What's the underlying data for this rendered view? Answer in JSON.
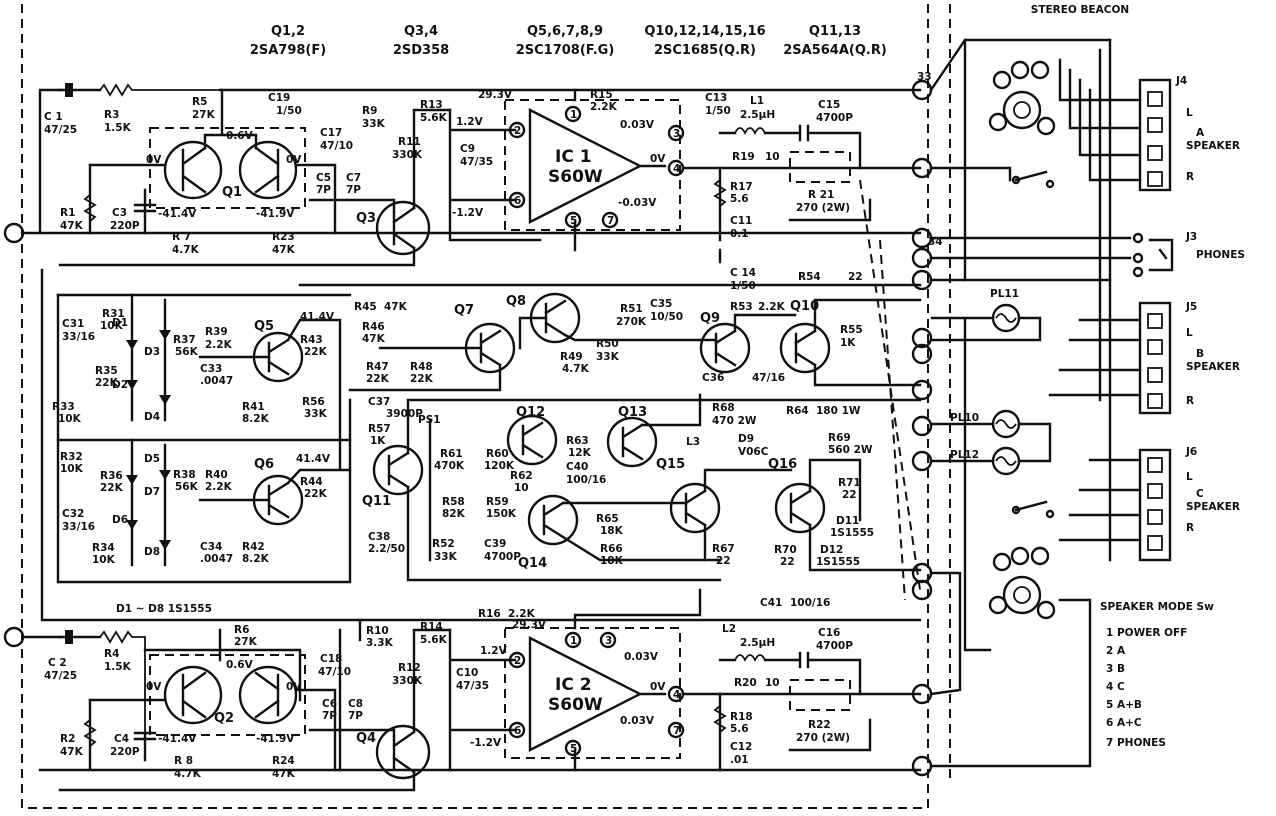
{
  "transistor_table": [
    {
      "refs": "Q1,2",
      "part": "2SA798(F)"
    },
    {
      "refs": "Q3,4",
      "part": "2SD358"
    },
    {
      "refs": "Q5,6,7,8,9",
      "part": "2SC1708(F.G)"
    },
    {
      "refs": "Q10,12,14,15,16",
      "part": "2SC1685(Q.R)"
    },
    {
      "refs": "Q11,13",
      "part": "2SA564A(Q.R)"
    }
  ],
  "stereo_beacon": "STEREO BEACON",
  "diode_note": "D1 ~ D8  1S1555",
  "ic1": {
    "name": "IC 1",
    "part": "S60W",
    "vcc": "29.3V",
    "in_p": "1.2V",
    "in_m": "-1.2V",
    "out": "0V",
    "p3": "0.03V",
    "p7": "-0.03V",
    "p1": "1",
    "p2": "2",
    "p3n": "3",
    "p4": "4",
    "p5": "5",
    "p6": "6",
    "p7n": "7"
  },
  "ic2": {
    "name": "IC 2",
    "part": "S60W",
    "vcc": "29.3V",
    "in_p": "1.2V",
    "in_m": "-1.2V",
    "out": "0V",
    "p3": "0.03V",
    "p7": "0.03V",
    "p1": "1",
    "p2": "2",
    "p3n": "3",
    "p4": "4",
    "p5": "5",
    "p6": "6",
    "p7n": "7"
  },
  "q_labels": [
    "Q1",
    "Q2",
    "Q3",
    "Q4",
    "Q5",
    "Q6",
    "Q7",
    "Q8",
    "Q9",
    "Q10",
    "Q11",
    "Q12",
    "Q13",
    "Q14",
    "Q15",
    "Q16"
  ],
  "voltages": {
    "q1_l": "0V",
    "q1_r": "0V",
    "q1_t": "0.6V",
    "q1_bl": "-41.4V",
    "q1_br": "-41.9V",
    "q2_l": "0V",
    "q2_r": "0V",
    "q2_t": "0.6V",
    "q2_bl": "-41.4V",
    "q2_br": "-41.9V",
    "q5": "41.4V",
    "q6": "41.4V"
  },
  "parts_top": {
    "C1": [
      "C 1",
      "47/25"
    ],
    "R3": [
      "R3",
      "1.5K"
    ],
    "R5": [
      "R5",
      "27K"
    ],
    "C19": [
      "C19",
      "1/50"
    ],
    "R9": [
      "R9",
      "33K"
    ],
    "C17": [
      "C17",
      "47/10"
    ],
    "R11": [
      "R11",
      "330K"
    ],
    "R13": [
      "R13",
      "5.6K"
    ],
    "C9": [
      "C9",
      "47/35"
    ],
    "C5": [
      "C5",
      "7P"
    ],
    "C7": [
      "C7",
      "7P"
    ],
    "R1": [
      "R1",
      "47K"
    ],
    "C3": [
      "C3",
      "220P"
    ],
    "R7": [
      "R 7",
      "4.7K"
    ],
    "R23": [
      "R23",
      "47K"
    ],
    "R15": [
      "R15",
      "2.2K"
    ],
    "C13": [
      "C13",
      "1/50"
    ],
    "L1": [
      "L1",
      "2.5μH"
    ],
    "C15": [
      "C15",
      "4700P"
    ],
    "R19": [
      "R19",
      "10"
    ],
    "R17": [
      "R17",
      "5.6"
    ],
    "C11": [
      "C11",
      "0.1"
    ],
    "R21": [
      "R 21",
      "270 (2W)"
    ],
    "C14": [
      "C 14",
      "1/50"
    ],
    "R54": [
      "R54",
      "22"
    ]
  },
  "parts_mid": {
    "R31": [
      "R31",
      "10K"
    ],
    "C31": [
      "C31",
      "33/16"
    ],
    "R35": [
      "R35",
      "22K"
    ],
    "R33": [
      "R33",
      "10K"
    ],
    "R37": [
      "R37",
      "56K"
    ],
    "R39": [
      "R39",
      "2.2K"
    ],
    "C33": [
      "C33",
      ".0047"
    ],
    "R41": [
      "R41",
      "8.2K"
    ],
    "R43": [
      "R43",
      "22K"
    ],
    "R56": [
      "R56",
      "33K"
    ],
    "R45": [
      "R45",
      "47K"
    ],
    "R46": [
      "R46",
      "47K"
    ],
    "R47": [
      "R47",
      "22K"
    ],
    "R48": [
      "R48",
      "22K"
    ],
    "R51": [
      "R51",
      "270K"
    ],
    "C35": [
      "C35",
      "10/50"
    ],
    "R49": [
      "R49",
      "4.7K"
    ],
    "R50": [
      "R50",
      "33K"
    ],
    "R53": [
      "R53",
      "2.2K"
    ],
    "C36": [
      "C36",
      "47/16"
    ],
    "R55": [
      "R55",
      "1K"
    ],
    "PL11": [
      "PL11",
      ""
    ],
    "R32": [
      "R32",
      "10K"
    ],
    "R36": [
      "R36",
      "22K"
    ],
    "C32": [
      "C32",
      "33/16"
    ],
    "R34": [
      "R34",
      "10K"
    ],
    "R38": [
      "R38",
      "56K"
    ],
    "R40": [
      "R40",
      "2.2K"
    ],
    "C34": [
      "C34",
      ".0047"
    ],
    "R42": [
      "R42",
      "8.2K"
    ],
    "R44": [
      "R44",
      "22K"
    ],
    "C37": [
      "C37",
      "3900P"
    ],
    "R57": [
      "R57",
      "1K"
    ],
    "PS1": [
      "PS1",
      ""
    ],
    "R61": [
      "R61",
      "470K"
    ],
    "R60": [
      "R60",
      "120K"
    ],
    "R62": [
      "R62",
      "10"
    ],
    "R63": [
      "R63",
      "12K"
    ],
    "C40": [
      "C40",
      "100/16"
    ],
    "R58": [
      "R58",
      "82K"
    ],
    "R59": [
      "R59",
      "150K"
    ],
    "C38": [
      "C38",
      "2.2/50"
    ],
    "R52": [
      "R52",
      "33K"
    ],
    "C39": [
      "C39",
      "4700P"
    ],
    "R65": [
      "R65",
      "18K"
    ],
    "R66": [
      "R66",
      "18K"
    ],
    "R67": [
      "R67",
      "22"
    ],
    "R68": [
      "R68",
      "470 2W"
    ],
    "L3": [
      "L3",
      ""
    ],
    "D9": [
      "D9",
      "V06C"
    ],
    "R64": [
      "R64",
      "180 1W"
    ],
    "R69": [
      "R69",
      "560 2W"
    ],
    "R71": [
      "R71",
      "22"
    ],
    "D11": [
      "D11",
      "1S1555"
    ],
    "R70": [
      "R70",
      "22"
    ],
    "D12": [
      "D12",
      "1S1555"
    ],
    "C41": [
      "C41",
      "100/16"
    ],
    "PL10": [
      "PL10",
      ""
    ],
    "PL12": [
      "PL12",
      ""
    ]
  },
  "parts_bot": {
    "C2": [
      "C 2",
      "47/25"
    ],
    "R4": [
      "R4",
      "1.5K"
    ],
    "R6": [
      "R6",
      "27K"
    ],
    "R10": [
      "R10",
      "3.3K"
    ],
    "C18": [
      "C18",
      "47/10"
    ],
    "R12": [
      "R12",
      "330K"
    ],
    "R14": [
      "R14",
      "5.6K"
    ],
    "C10": [
      "C10",
      "47/35"
    ],
    "C6": [
      "C6",
      "7P"
    ],
    "C8": [
      "C8",
      "7P"
    ],
    "R2": [
      "R2",
      "47K"
    ],
    "C4": [
      "C4",
      "220P"
    ],
    "R8": [
      "R 8",
      "4.7K"
    ],
    "R24": [
      "R24",
      "47K"
    ],
    "R16": [
      "R16",
      "2.2K"
    ],
    "L2": [
      "L2",
      "2.5μH"
    ],
    "C16": [
      "C16",
      "4700P"
    ],
    "R20": [
      "R20",
      "10"
    ],
    "R18": [
      "R18",
      "5.6"
    ],
    "C12": [
      "C12",
      ".01"
    ],
    "R22": [
      "R22",
      "270 (2W)"
    ]
  },
  "diode_labels": [
    "D1",
    "D2",
    "D3",
    "D4",
    "D5",
    "D6",
    "D7",
    "D8"
  ],
  "terminals": {
    "j4": "J4",
    "j3": "J3",
    "j5": "J5",
    "j6": "J6",
    "L": "L",
    "R": "R",
    "a_speaker": "A\nSPEAKER",
    "phones": "PHONES",
    "b_speaker": "B\nSPEAKER",
    "c_speaker": "C\nSPEAKER"
  },
  "speaker_mode": {
    "title": "SPEAKER MODE Sw",
    "items": [
      "1  POWER OFF",
      "2  A",
      "3  B",
      "4  C",
      "5  A+B",
      "6  A+C",
      "7  PHONES"
    ]
  },
  "conn_labels": [
    "33",
    "34"
  ]
}
